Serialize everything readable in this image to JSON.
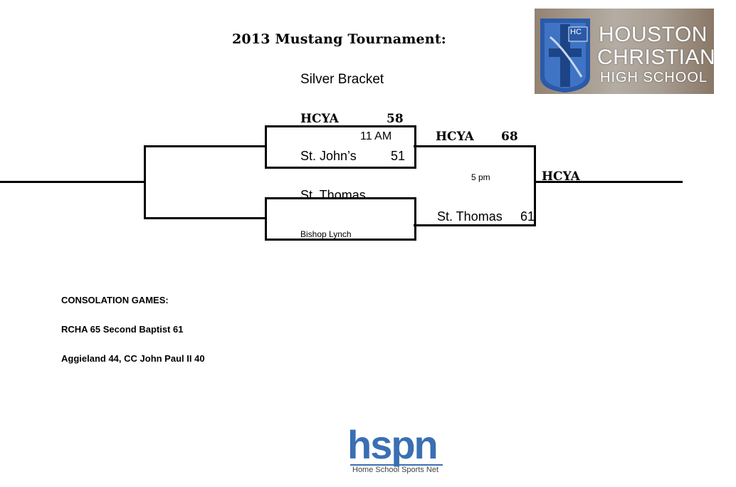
{
  "page": {
    "title": "2013 Mustang Tournament:",
    "subtitle": "Silver Bracket"
  },
  "bracket": {
    "semi1": {
      "team1": {
        "name": "HCYA",
        "score": "58"
      },
      "time": "11 AM",
      "team2": {
        "name": "St. John’s",
        "score": "51"
      }
    },
    "semi2": {
      "team1": {
        "name": "St. Thomas"
      },
      "team2": {
        "name": "Bishop Lynch"
      }
    },
    "final": {
      "team1": {
        "name": "HCYA",
        "score": "68"
      },
      "time": "5 pm",
      "team2": {
        "name": "St. Thomas",
        "score": "61"
      }
    },
    "champion": "HCYA"
  },
  "consolation": {
    "heading": "CONSOLATION GAMES:",
    "games": [
      "RCHA  65 Second Baptist 61",
      "Aggieland 44,  CC John Paul II  40"
    ]
  },
  "school_logo": {
    "badge_text": "HC",
    "line1": "HOUSTON",
    "line2": "CHRISTIAN",
    "line3": "HIGH SCHOOL",
    "colors": {
      "shield": "#2a5aa8",
      "text": "#ffffff"
    }
  },
  "footer_logo": {
    "mark": "hspn",
    "tagline": "Home School Sports Net",
    "colors": {
      "mark": "#3a6fb3"
    }
  }
}
